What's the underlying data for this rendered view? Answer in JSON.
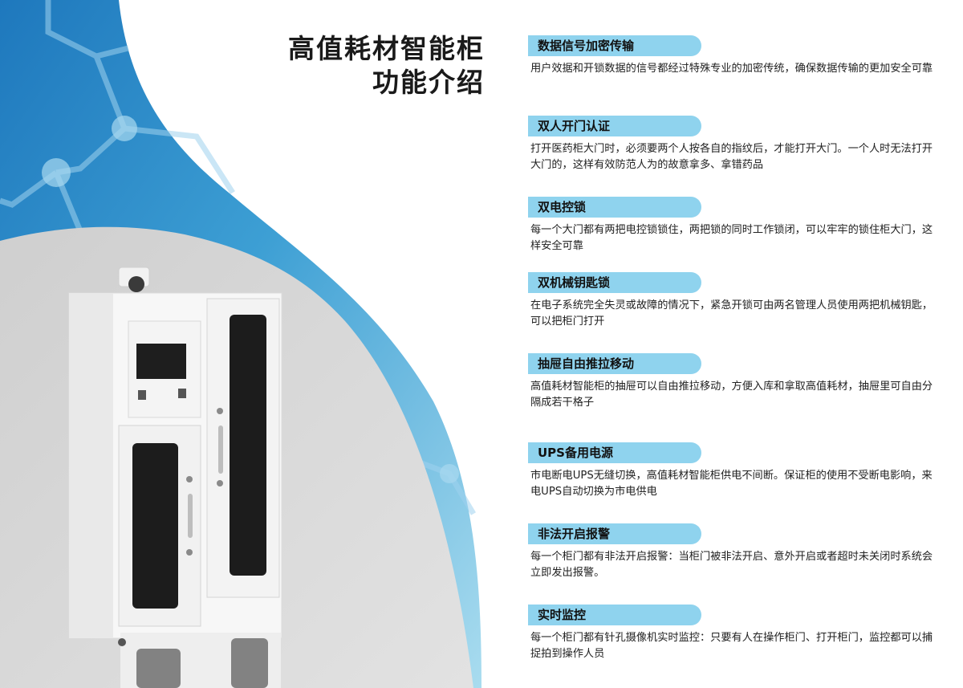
{
  "title": {
    "line1": "高值耗材智能柜",
    "line2": "功能介绍"
  },
  "colors": {
    "heading_bar": "#8fd3ee",
    "accent_blue": "#1f7fbf",
    "light_blue": "#7cc6e3",
    "grey_panel": "#d6d6d6"
  },
  "features": [
    {
      "heading": "数据信号加密传输",
      "desc": "用户效据和开锁数据的信号都经过特殊专业的加密传统，确保数据传输的更加安全可靠"
    },
    {
      "heading": "双人开门认证",
      "desc": "打开医药柜大门时，必须要两个人按各自的指纹后，才能打开大门。一个人时无法打开大门的，这样有效防范人为的故意拿多、拿错药品"
    },
    {
      "heading": "双电控锁",
      "desc": "每一个大门都有两把电控锁锁住，两把锁的同时工作锁闭，可以牢牢的锁住柜大门，这样安全可靠"
    },
    {
      "heading": "双机械钥匙锁",
      "desc": "在电子系统完全失灵或故障的情况下，紧急开锁可由两名管理人员使用两把机械钥匙，可以把柜门打开"
    },
    {
      "heading": "抽屉自由推拉移动",
      "desc": "高值耗材智能柜的抽屉可以自由推拉移动，方便入库和拿取高值耗材，抽屉里可自由分隔成若干格子"
    },
    {
      "heading": "UPS备用电源",
      "desc": "市电断电UPS无缝切换，高值耗材智能柜供电不间断。保证柜的使用不受断电影响，来电UPS自动切换为市电供电"
    },
    {
      "heading": "非法开启报警",
      "desc": "每一个柜门都有非法开启报警：当柜门被非法开启、意外开启或者超时未关闭时系统会立即发出报警。"
    },
    {
      "heading": "实时监控",
      "desc": "每一个柜门都有针孔摄像机实时监控：只要有人在操作柜门、打开柜门，监控都可以捕捉拍到操作人员"
    }
  ]
}
